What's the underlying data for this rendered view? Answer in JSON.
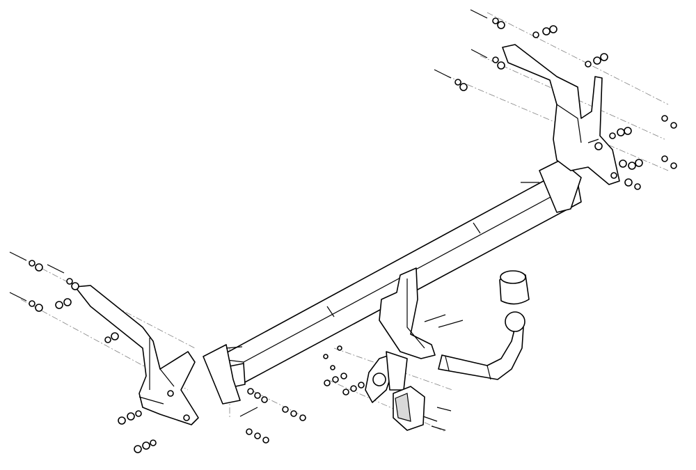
{
  "diagram": {
    "subject": "tow-bar-assembly-exploded-view",
    "colors": {
      "line": "#000000",
      "leader": "#808080",
      "background": "#ffffff"
    },
    "parts": [
      "crossbar",
      "left-mounting-bracket",
      "right-mounting-bracket",
      "tow-ball-neck",
      "tow-ball-cover",
      "socket-plate",
      "electrical-socket",
      "bolt-sets",
      "washer-sets",
      "nut-sets"
    ]
  }
}
